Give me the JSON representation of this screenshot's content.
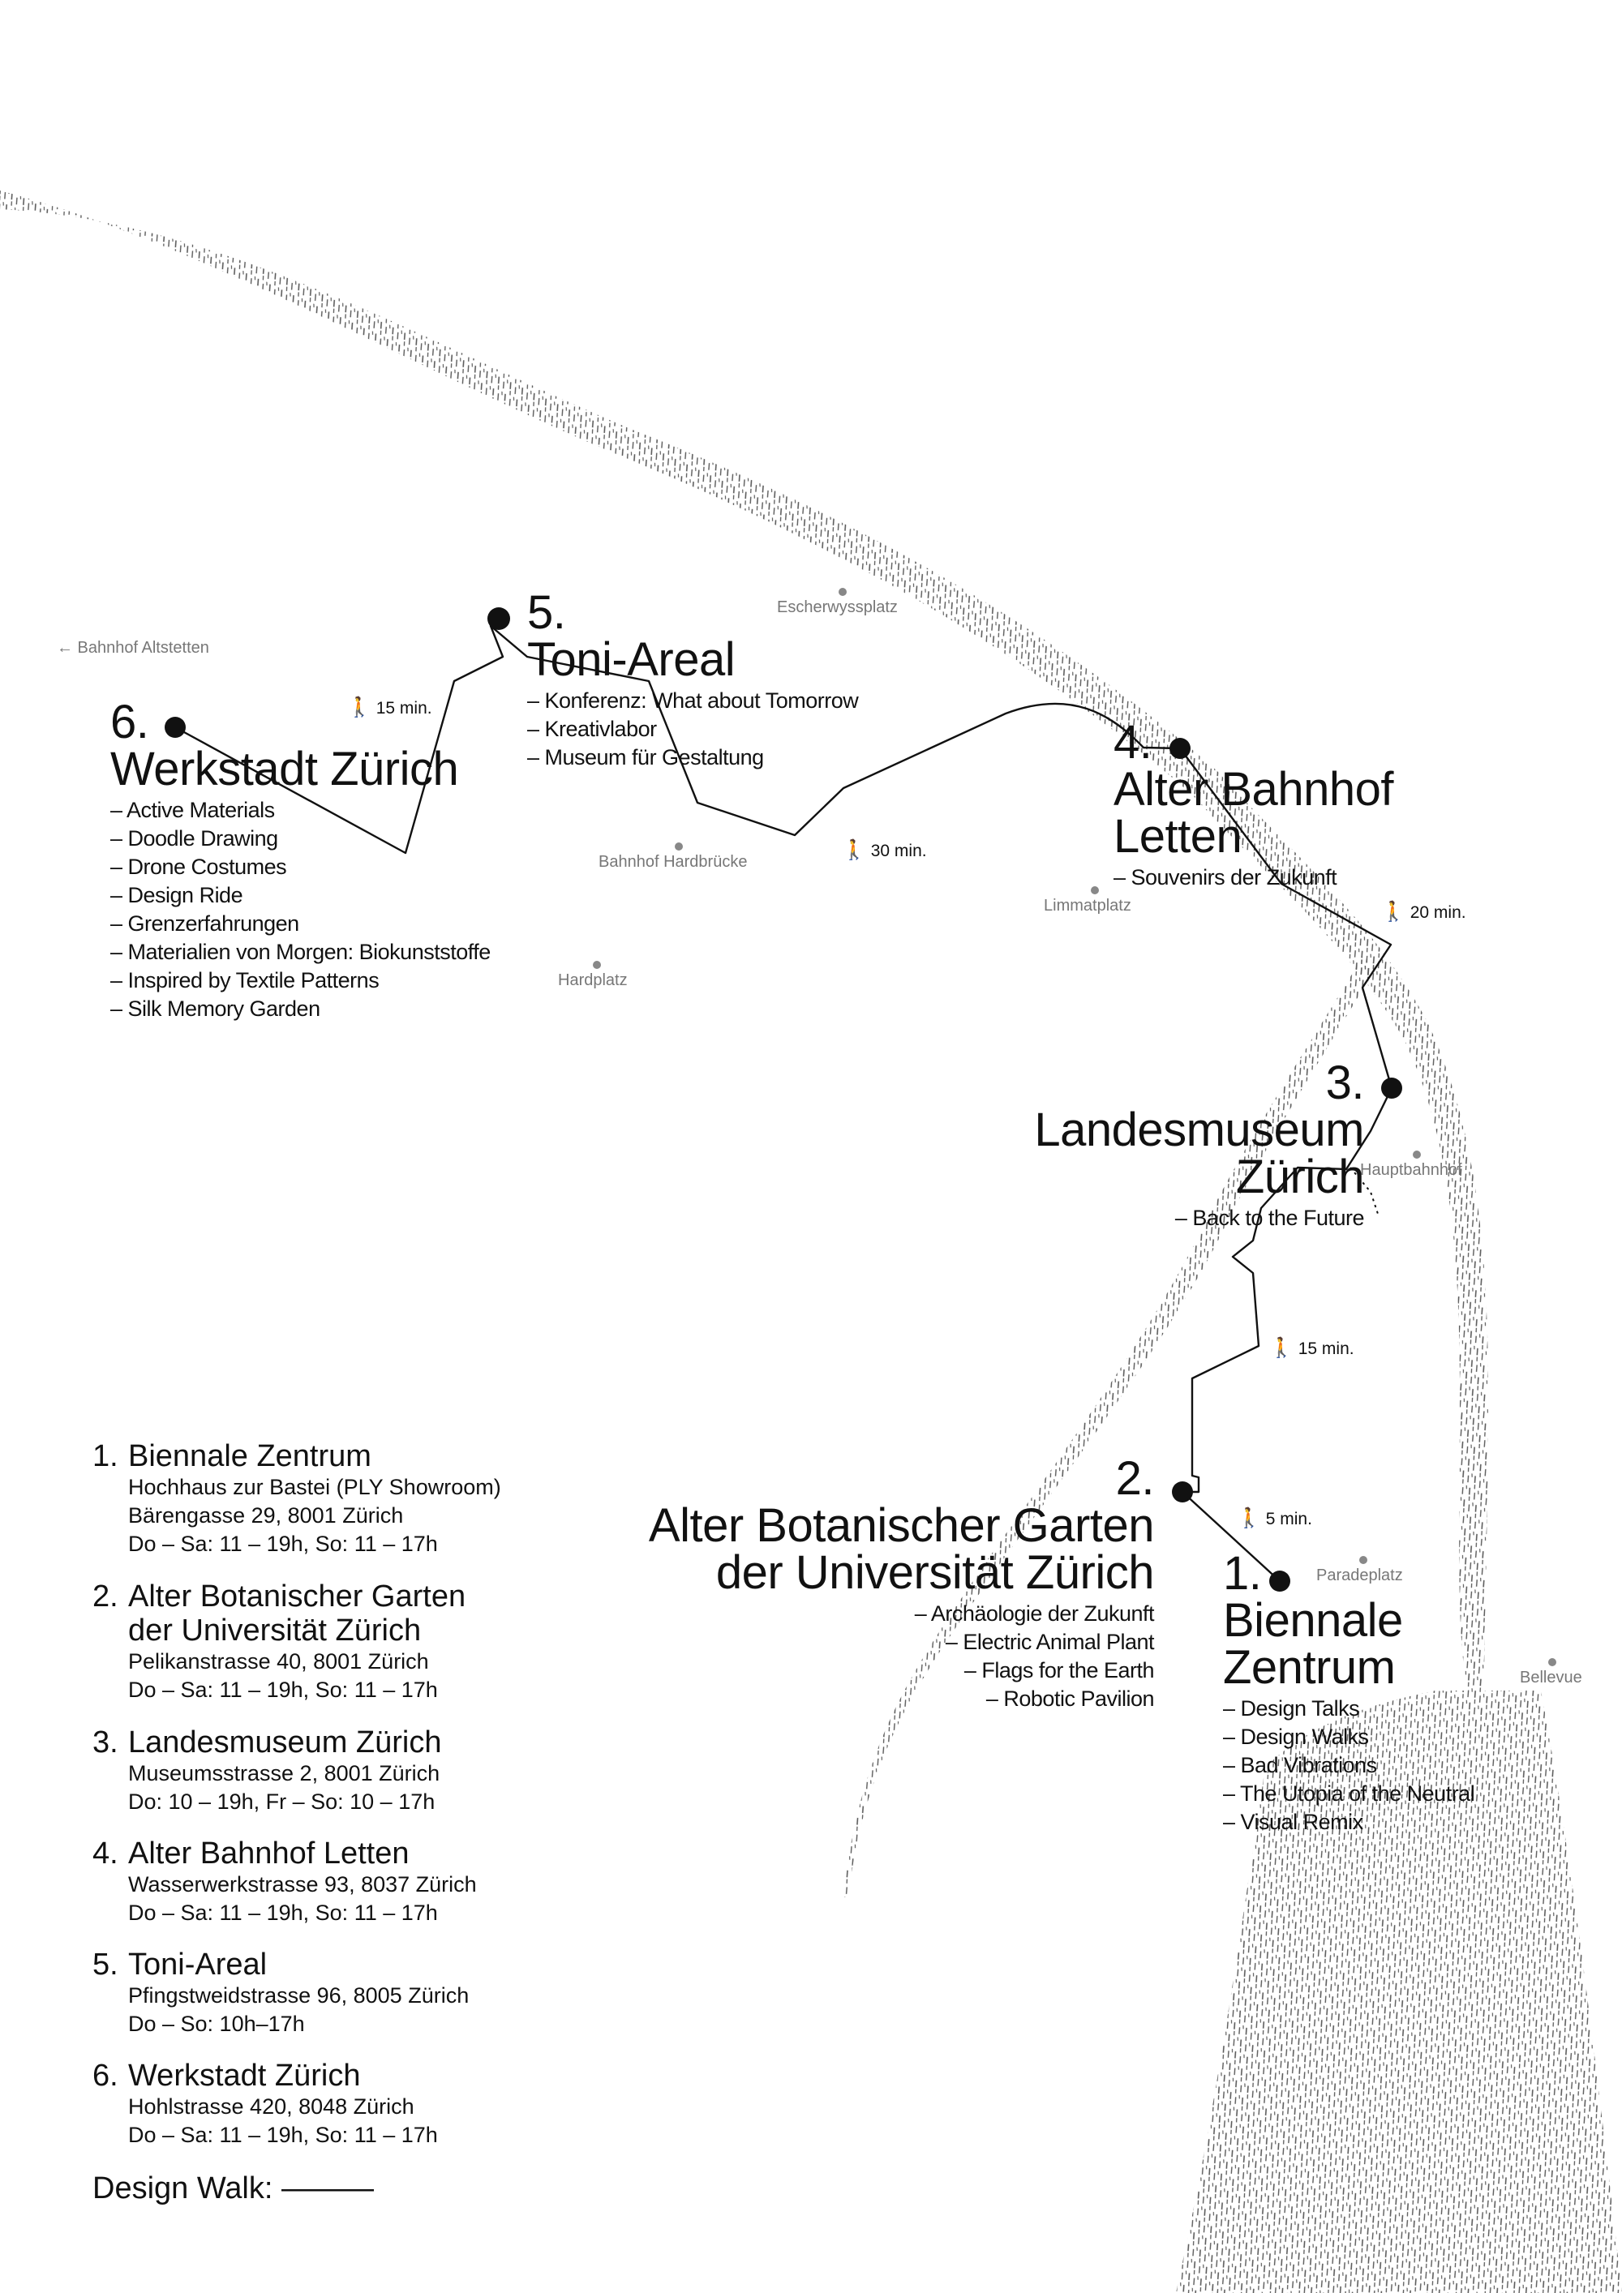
{
  "colors": {
    "ink": "#111111",
    "water": "#6a6a6a",
    "place": "#888888"
  },
  "stations": [
    {
      "id": "s1",
      "number": "1.",
      "title_lines": [
        "Biennale",
        "Zentrum"
      ],
      "events": [
        "– Design Talks",
        "– Design Walks",
        "– Bad Vibrations",
        "– The Utopia of the Neutral",
        "– Visual Remix"
      ]
    },
    {
      "id": "s2",
      "number": "2.",
      "title_lines": [
        "Alter Botanischer Garten",
        "der Universität Zürich"
      ],
      "events": [
        "– Archäologie der Zukunft",
        "– Electric Animal Plant",
        "– Flags for the Earth",
        "– Robotic Pavilion"
      ]
    },
    {
      "id": "s3",
      "number": "3.",
      "title_lines": [
        "Landesmuseum",
        "Zürich"
      ],
      "events": [
        "– Back to the Future"
      ]
    },
    {
      "id": "s4",
      "number": "4.",
      "title_lines": [
        "Alter Bahnhof",
        "Letten"
      ],
      "events": [
        "– Souvenirs der Zukunft"
      ]
    },
    {
      "id": "s5",
      "number": "5.",
      "title_lines": [
        "Toni-Areal"
      ],
      "events": [
        "– Konferenz: What about Tomorrow",
        "– Kreativlabor",
        "– Museum für Gestaltung"
      ]
    },
    {
      "id": "s6",
      "number": "6.",
      "title_lines": [
        "Werkstadt Zürich"
      ],
      "events": [
        "– Active Materials",
        "– Doodle Drawing",
        "– Drone Costumes",
        "– Design Ride",
        "– Grenzerfahrungen",
        "– Materialien von Morgen: Biokunststoffe",
        "– Inspired by Textile Patterns",
        "– Silk Memory Garden"
      ]
    }
  ],
  "places": [
    "Escherwyssplatz",
    "← Bahnhof Altstetten",
    "Bahnhof Hardbrücke",
    "Limmatplatz",
    "Hardplatz",
    "Hauptbahnhof",
    "Paradeplatz",
    "Bellevue"
  ],
  "walk_times": [
    "15 min.",
    "30 min.",
    "20 min.",
    "15 min.",
    "5 min."
  ],
  "legend": {
    "items": [
      {
        "number": "1.",
        "title": "Biennale Zentrum",
        "details": [
          "Hochhaus zur Bastei (PLY Showroom)",
          "Bärengasse 29, 8001 Zürich",
          "Do – Sa: 11 – 19h, So: 11 – 17h"
        ]
      },
      {
        "number": "2.",
        "title": "Alter Botanischer Garten",
        "title2": "der Universität Zürich",
        "details": [
          "Pelikanstrasse 40, 8001 Zürich",
          "Do – Sa: 11 – 19h, So: 11 – 17h"
        ]
      },
      {
        "number": "3.",
        "title": "Landesmuseum Zürich",
        "details": [
          "Museumsstrasse 2, 8001 Zürich",
          "Do: 10 – 19h, Fr – So: 10 – 17h"
        ]
      },
      {
        "number": "4.",
        "title": "Alter Bahnhof Letten",
        "details": [
          "Wasserwerkstrasse 93, 8037 Zürich",
          "Do – Sa: 11 – 19h, So: 11 – 17h"
        ]
      },
      {
        "number": "5.",
        "title": "Toni-Areal",
        "details": [
          "Pfingstweidstrasse 96, 8005 Zürich",
          "Do – So: 10h–17h"
        ]
      },
      {
        "number": "6.",
        "title": "Werkstadt Zürich",
        "details": [
          "Hohlstrasse 420, 8048 Zürich",
          "Do – Sa: 11 – 19h, So: 11 – 17h"
        ]
      }
    ],
    "design_walk_label": "Design Walk: ———"
  }
}
